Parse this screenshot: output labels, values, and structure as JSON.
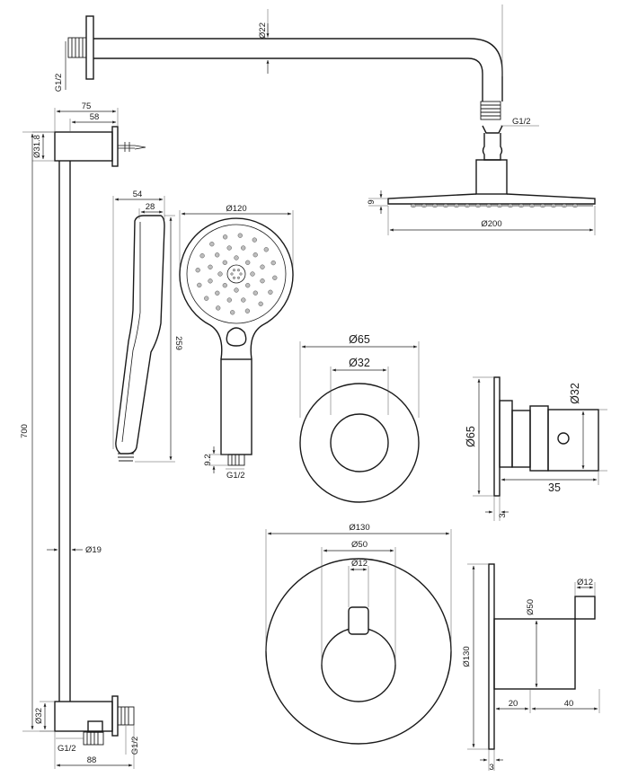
{
  "shower_arm": {
    "diameter": "Ø22",
    "inlet_thread": "G1/2",
    "outlet_thread": "G1/2"
  },
  "head_shower": {
    "thickness": "9",
    "diameter": "Ø200"
  },
  "slide_bar": {
    "width_total": "75",
    "width_holder": "58",
    "holder_diameter": "Ø31.8",
    "length": "700",
    "bar_diameter": "Ø19",
    "elbow_diameter": "Ø32",
    "elbow_thread_front": "G1/2",
    "elbow_thread_side": "G1/2",
    "elbow_width": "88"
  },
  "hand_shower": {
    "depth": "54",
    "depth_neck": "28",
    "face_diameter": "Ø120",
    "length": "259",
    "hose_length": "9.2",
    "thread": "G1/2"
  },
  "diverter_rosette": {
    "outer_diameter": "Ø65",
    "inner_diameter": "Ø32",
    "side_outer": "Ø65",
    "side_knob": "Ø32",
    "side_depth": "35",
    "plate_thickness": "3"
  },
  "mixer": {
    "plate_diameter": "Ø130",
    "knob_diameter": "Ø50",
    "lever_width": "Ø12",
    "side_plate": "Ø130",
    "side_knob": "Ø50",
    "side_lever": "Ø12",
    "depth_a": "20",
    "depth_b": "40",
    "plate_thickness": "3"
  }
}
